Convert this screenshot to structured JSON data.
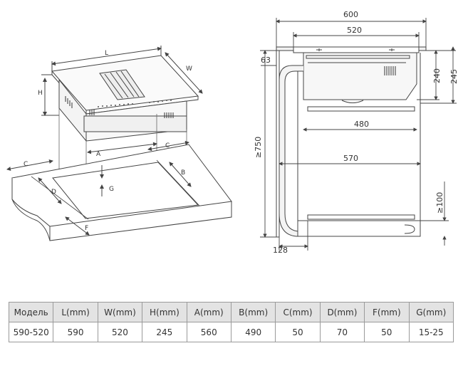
{
  "perspective": {
    "hob_labels": {
      "L": "L",
      "W": "W",
      "H": "H"
    },
    "cutout_labels": {
      "A": "A",
      "B": "B",
      "C_left": "C",
      "C_right": "C",
      "D": "D",
      "F": "F",
      "G": "G"
    }
  },
  "section": {
    "dims": {
      "width_600": "600",
      "width_520": "520",
      "width_480": "480",
      "width_570": "570",
      "side_63": "63",
      "height_240": "240",
      "height_245": "245",
      "height_750": "≥750",
      "height_100": "≥100",
      "bottom_128": "128"
    }
  },
  "table": {
    "headers": [
      "Модель",
      "L(mm)",
      "W(mm)",
      "H(mm)",
      "A(mm)",
      "B(mm)",
      "C(mm)",
      "D(mm)",
      "F(mm)",
      "G(mm)"
    ],
    "rows": [
      [
        "590-520",
        "590",
        "520",
        "245",
        "560",
        "490",
        "50",
        "70",
        "50",
        "15-25"
      ]
    ]
  }
}
